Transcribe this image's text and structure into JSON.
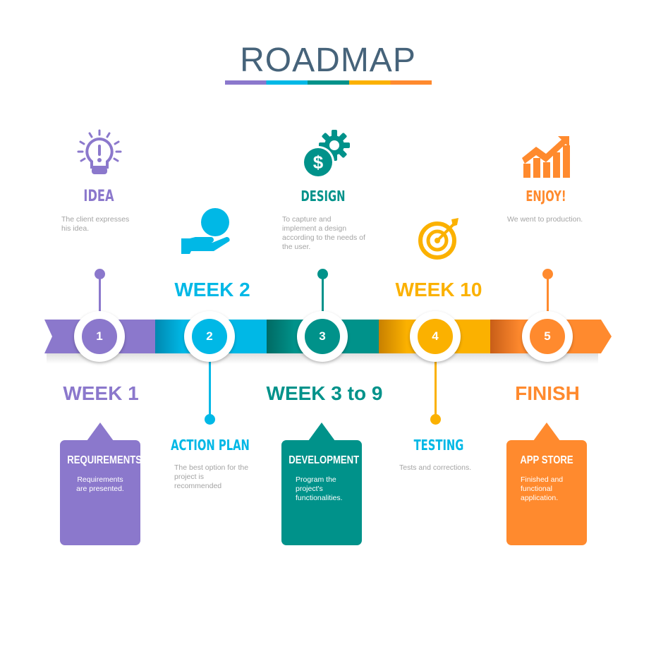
{
  "title": "ROADMAP",
  "colors": {
    "purple": "#8b78cc",
    "cyan": "#00b8e6",
    "teal": "#00928a",
    "yellow": "#fbb100",
    "orange": "#ff8a2e",
    "title": "#46637a"
  },
  "steps": [
    {
      "number": "1",
      "icon": "lightbulb-icon",
      "title": "IDEA",
      "desc": "The client expresses his idea.",
      "week": "WEEK 1",
      "card_title": "REQUIREMENTS",
      "card_desc": "Requirements are presented."
    },
    {
      "number": "2",
      "icon": "hand-coin-icon",
      "title": "ACTION PLAN",
      "desc": "The best option for the project is recommended",
      "week": "WEEK 2"
    },
    {
      "number": "3",
      "icon": "dollar-gear-icon",
      "title": "DESIGN",
      "desc": "To capture and implement a design according to the needs of the user.",
      "week": "WEEK 3 to 9",
      "card_title": "DEVELOPMENT",
      "card_desc": "Program the project's functionalities."
    },
    {
      "number": "4",
      "icon": "target-icon",
      "title": "TESTING",
      "desc": "Tests and corrections.",
      "week": "WEEK 10"
    },
    {
      "number": "5",
      "icon": "growth-chart-icon",
      "title": "ENJOY!",
      "desc": "We went to production.",
      "week": "FINISH",
      "card_title": "APP STORE",
      "card_desc": "Finished and functional application."
    }
  ]
}
